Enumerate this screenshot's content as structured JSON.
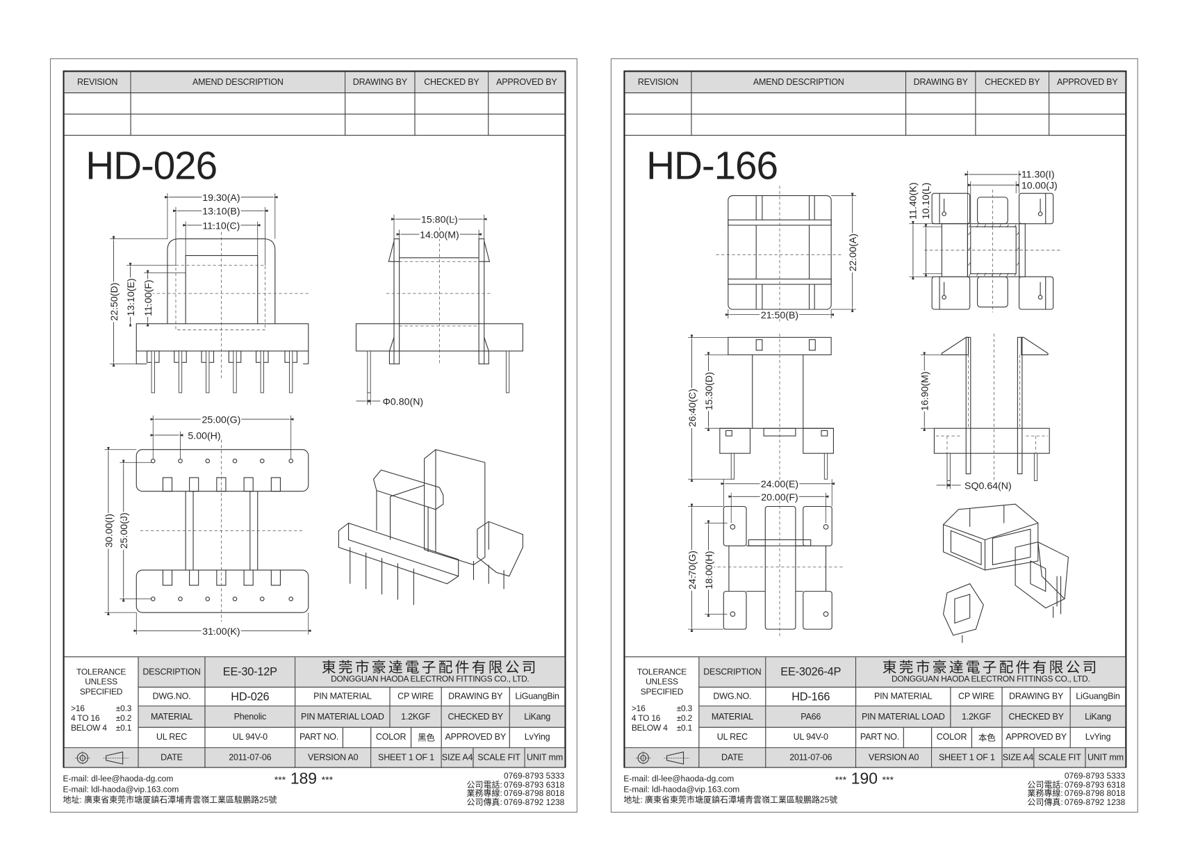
{
  "pages": [
    {
      "revision_headers": [
        "REVISION",
        "AMEND DESCRIPTION",
        "DRAWING BY",
        "CHECKED BY",
        "APPROVED BY"
      ],
      "part_title": "HD-026",
      "dims": {
        "A": "19.30(A)",
        "B": "13.10(B)",
        "C": "11.10(C)",
        "D": "22.50(D)",
        "E": "13.10(E)",
        "F": "11.00(F)",
        "G": "25.00(G)",
        "H": "5.00(H)",
        "I": "30.00(I)",
        "J": "25.00(J)",
        "K": "31.00(K)",
        "L": "15.80(L)",
        "M": "14.00(M)",
        "N": "Φ0.80(N)"
      },
      "title_block": {
        "tol1": "TOLERANCE",
        "tol2": "UNLESS",
        "tol3": "SPECIFIED",
        "tolerance_rows": [
          {
            "range": ">16",
            "value": "±0.3"
          },
          {
            "range": "4 TO 16",
            "value": "±0.2"
          },
          {
            "range": "BELOW 4",
            "value": "±0.1"
          }
        ],
        "description_label": "DESCRIPTION",
        "description": "EE-30-12P",
        "company_cn": "東莞市豪達電子配件有限公司",
        "company_en": "DONGGUAN HAODA ELECTRON FITTINGS CO., LTD.",
        "dwg_no_label": "DWG.NO.",
        "dwg_no": "HD-026",
        "pin_material_label": "PIN MATERIAL",
        "pin_material": "CP WIRE",
        "drawing_by_label": "DRAWING BY",
        "drawing_by": "LiGuangBin",
        "material_label": "MATERIAL",
        "material": "Phenolic",
        "pin_load_label": "PIN MATERIAL LOAD",
        "pin_load": "1.2KGF",
        "checked_by_label": "CHECKED BY",
        "checked_by": "LiKang",
        "ul_rec_label": "UL REC",
        "ul_rec": "UL 94V-0",
        "part_no_label": "PART NO.",
        "part_no": "",
        "color_label": "COLOR",
        "color": "黑色",
        "approved_by_label": "APPROVED BY",
        "approved_by": "LvYing",
        "date_label": "DATE",
        "date": "2011-07-06",
        "version": "VERSION A0",
        "sheet": "SHEET 1 OF 1",
        "size": "SIZE A4",
        "scale": "SCALE FIT",
        "unit": "UNIT mm"
      },
      "footer": {
        "email1": "E-mail: dl-lee@haoda-dg.com",
        "email2": "E-mail: ldl-haoda@vip.163.com",
        "address": "地址: 廣東省東莞市塘厦鎮石潭埔青雲嶺工業區駿鵬路25號",
        "stars": "***",
        "page_number": "189",
        "phone_label": "公司電話:",
        "phone1": "0769-8793 5333",
        "phone2": "0769-8793 6318",
        "sales_label": "業務專線:",
        "sales": "0769-8798 8018",
        "fax_label": "公司傳真:",
        "fax": "0769-8792 1238"
      }
    },
    {
      "revision_headers": [
        "REVISION",
        "AMEND DESCRIPTION",
        "DRAWING BY",
        "CHECKED BY",
        "APPROVED BY"
      ],
      "part_title": "HD-166",
      "dims": {
        "A": "22.00(A)",
        "B": "21.50(B)",
        "C": "26.40(C)",
        "D": "15.30(D)",
        "E": "24.00(E)",
        "F": "20.00(F)",
        "G": "24.70(G)",
        "H": "18.00(H)",
        "I": "11.30(I)",
        "J": "10.00(J)",
        "K": "11.40(K)",
        "L": "10.10(L)",
        "M": "16.90(M)",
        "N": "SQ0.64(N)"
      },
      "title_block": {
        "tol1": "TOLERANCE",
        "tol2": "UNLESS",
        "tol3": "SPECIFIED",
        "tolerance_rows": [
          {
            "range": ">16",
            "value": "±0.3"
          },
          {
            "range": "4 TO 16",
            "value": "±0.2"
          },
          {
            "range": "BELOW 4",
            "value": "±0.1"
          }
        ],
        "description_label": "DESCRIPTION",
        "description": "EE-3026-4P",
        "company_cn": "東莞市豪達電子配件有限公司",
        "company_en": "DONGGUAN HAODA ELECTRON FITTINGS CO., LTD.",
        "dwg_no_label": "DWG.NO.",
        "dwg_no": "HD-166",
        "pin_material_label": "PIN MATERIAL",
        "pin_material": "CP WIRE",
        "drawing_by_label": "DRAWING BY",
        "drawing_by": "LiGuangBin",
        "material_label": "MATERIAL",
        "material": "PA66",
        "pin_load_label": "PIN MATERIAL LOAD",
        "pin_load": "1.2KGF",
        "checked_by_label": "CHECKED BY",
        "checked_by": "LiKang",
        "ul_rec_label": "UL REC",
        "ul_rec": "UL 94V-0",
        "part_no_label": "PART NO.",
        "part_no": "",
        "color_label": "COLOR",
        "color": "本色",
        "approved_by_label": "APPROVED BY",
        "approved_by": "LvYing",
        "date_label": "DATE",
        "date": "2011-07-06",
        "version": "VERSION A0",
        "sheet": "SHEET 1 OF 1",
        "size": "SIZE A4",
        "scale": "SCALE FIT",
        "unit": "UNIT mm"
      },
      "footer": {
        "email1": "E-mail: dl-lee@haoda-dg.com",
        "email2": "E-mail: ldl-haoda@vip.163.com",
        "address": "地址: 廣東省東莞市塘厦鎮石潭埔青雲嶺工業區駿鵬路25號",
        "stars": "***",
        "page_number": "190",
        "phone_label": "公司電話:",
        "phone1": "0769-8793 5333",
        "phone2": "0769-8793 6318",
        "sales_label": "業務專線:",
        "sales": "0769-8798 8018",
        "fax_label": "公司傳真:",
        "fax": "0769-8792 1238"
      }
    }
  ]
}
